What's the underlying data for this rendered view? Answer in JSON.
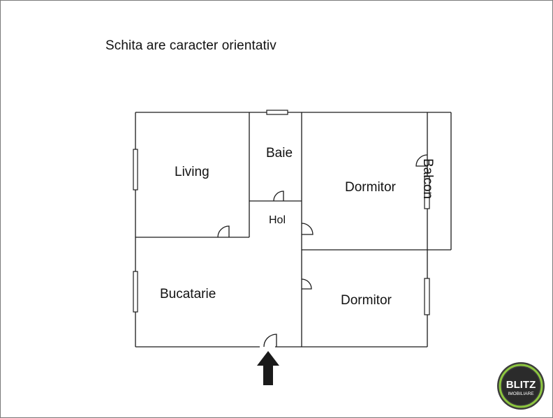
{
  "note": "Schita are caracter orientativ",
  "rooms": {
    "living": "Living",
    "baie": "Baie",
    "dormitor_top": "Dormitor",
    "balcon": "Balcon",
    "hol": "Hol",
    "bucatarie": "Bucatarie",
    "dormitor_bottom": "Dormitor"
  },
  "logo": {
    "name": "BLITZ",
    "tagline": "IMOBILIARE",
    "colors": {
      "ring_outer": "#3c3c3c",
      "ring_accent": "#8dc63f",
      "inner": "#2b2b2b",
      "text": "#ffffff"
    }
  },
  "entrance_arrow": "arrow-up-icon"
}
